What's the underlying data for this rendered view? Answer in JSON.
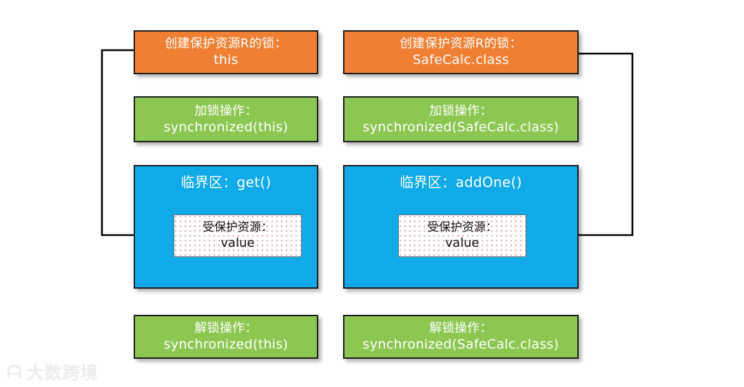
{
  "diagram": {
    "title_semantic": "synchronized-lock-protection-diagram",
    "colors": {
      "lock_create": "#ef8033",
      "lock_op": "#8cc751",
      "critical_section": "#10aae8",
      "resource_box": "#fdfdfd",
      "border": "#1b1b1b",
      "arrow": "#000000",
      "background": "#ffffff"
    },
    "columns": [
      {
        "id": "left",
        "lock_create": {
          "line1": "创建保护资源R的锁：",
          "line2": "this"
        },
        "lock_acquire": {
          "line1": "加锁操作：",
          "line2": "synchronized(this)"
        },
        "critical_section": {
          "title": "临界区：get()",
          "resource": {
            "line1": "受保护资源：",
            "line2": "value"
          }
        },
        "lock_release": {
          "line1": "解锁操作：",
          "line2": "synchronized(this)"
        }
      },
      {
        "id": "right",
        "lock_create": {
          "line1": "创建保护资源R的锁：",
          "line2": "SafeCalc.class"
        },
        "lock_acquire": {
          "line1": "加锁操作：",
          "line2": "synchronized(SafeCalc.class)"
        },
        "critical_section": {
          "title": "临界区：addOne()",
          "resource": {
            "line1": "受保护资源：",
            "line2": "value"
          }
        },
        "lock_release": {
          "line1": "解锁操作：",
          "line2": "synchronized(SafeCalc.class)"
        }
      }
    ],
    "connectors": [
      {
        "id": "left-lock-to-resource",
        "from": "left lock_create",
        "to": "left resource",
        "direction": "right"
      },
      {
        "id": "right-lock-to-resource",
        "from": "right lock_create",
        "to": "right resource",
        "direction": "left"
      }
    ]
  },
  "watermark": {
    "mark": "ᗩ",
    "text": "大数跨境"
  }
}
